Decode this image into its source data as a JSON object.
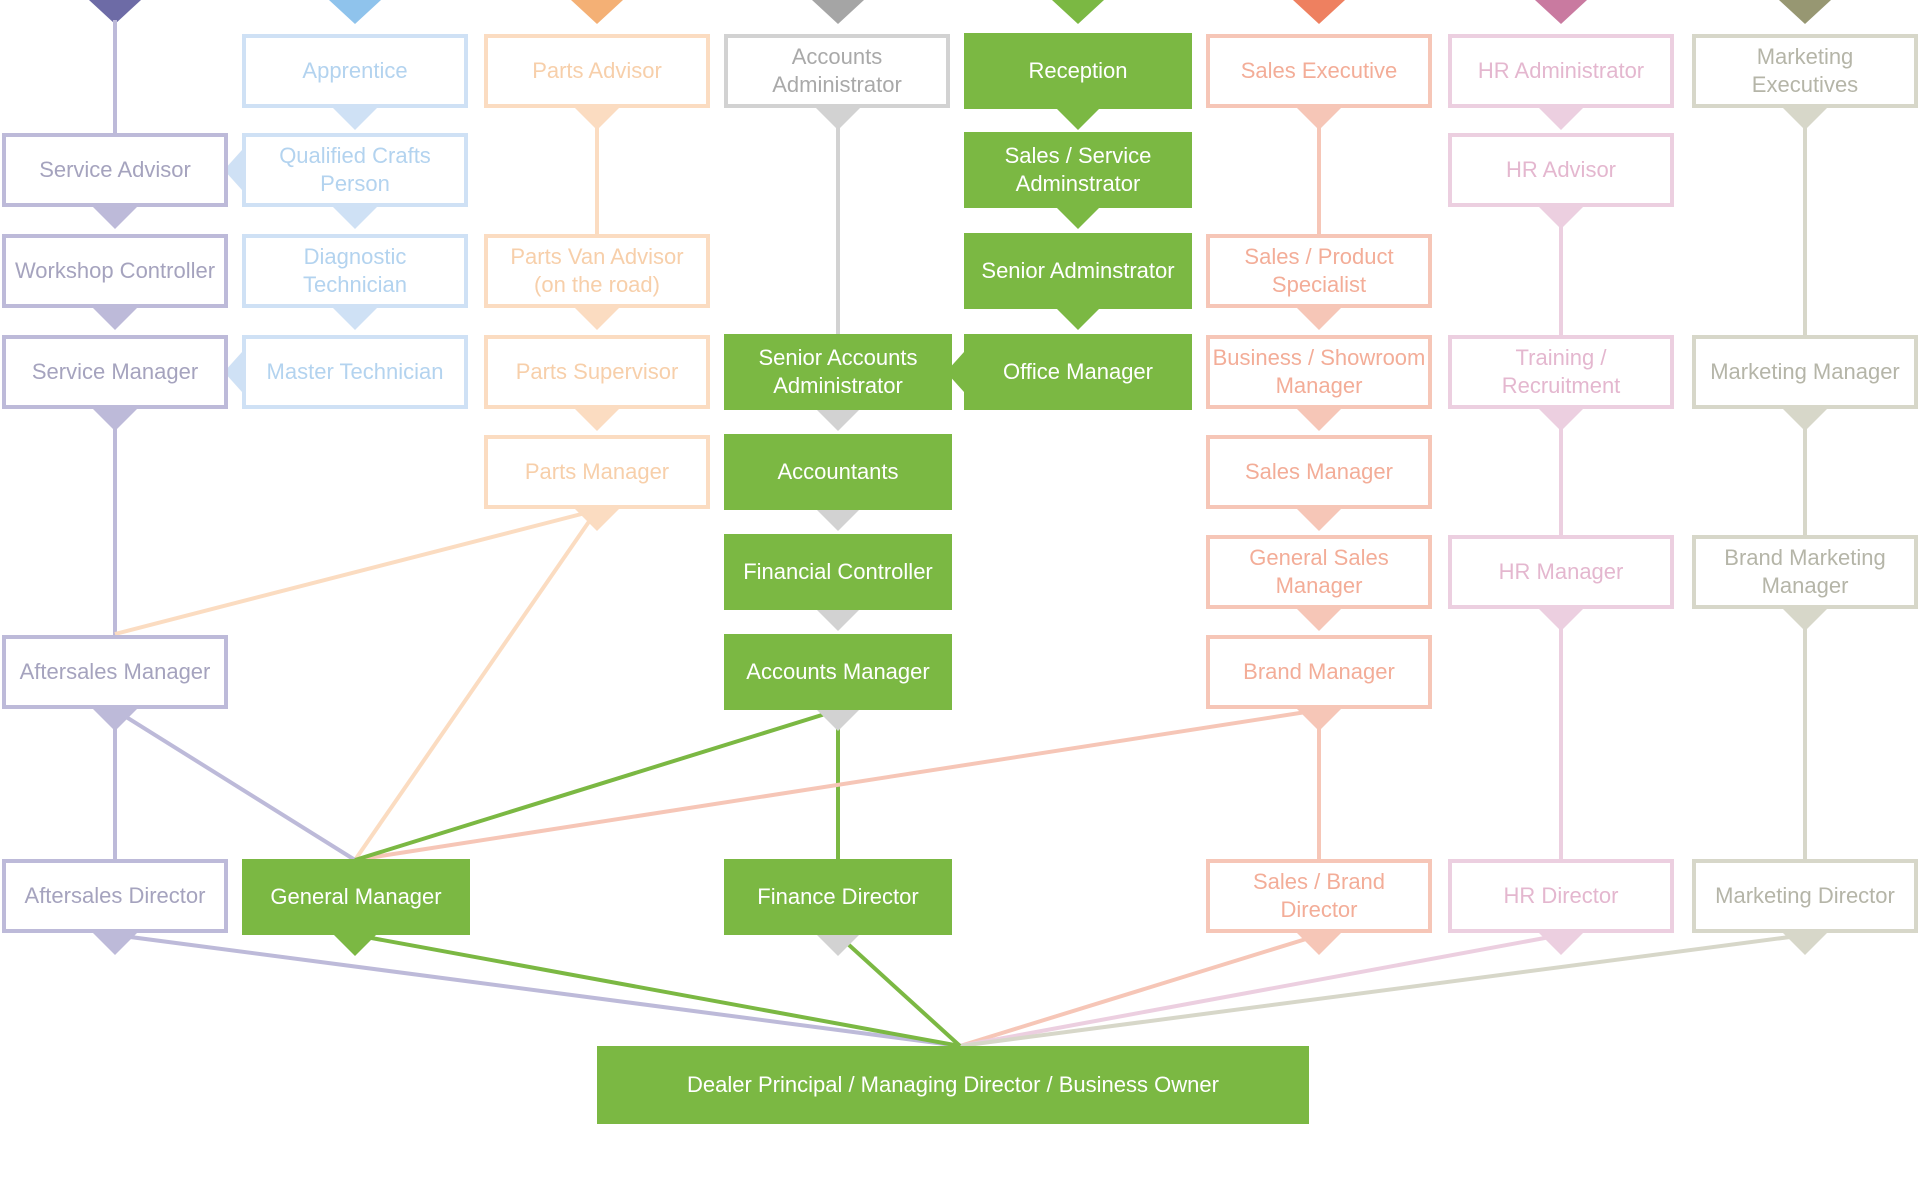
{
  "colors": {
    "highlight": "#7bb843",
    "service": "#bdbad9",
    "technician": "#cfe1f5",
    "parts": "#fbdcc1",
    "accounts": "#d2d2d2",
    "sales": "#f6c6b7",
    "hr": "#eccfe0",
    "marketing": "#d7d7c9",
    "service_text": "#a5a3be",
    "technician_text": "#b3d3ef",
    "parts_text": "#f7cfaa",
    "accounts_text": "#a9a9a9",
    "sales_text": "#f3ad98",
    "hr_text": "#e4b7cf",
    "marketing_text": "#b5b5a8",
    "top_arrows": [
      "#6d6ba6",
      "#8fc3ec",
      "#f4b075",
      "#a5a5a5",
      "#7bb843",
      "#ee8060",
      "#c97aa0",
      "#979772"
    ]
  },
  "nodes": {
    "service_advisor": "Service Advisor",
    "workshop_controller": "Workshop Controller",
    "service_manager": "Service Manager",
    "aftersales_manager": "Aftersales Manager",
    "aftersales_director": "Aftersales Director",
    "apprentice": "Apprentice",
    "qualified_crafts_person": "Qualified Crafts Person",
    "diagnostic_technician": "Diagnostic Technician",
    "master_technician": "Master Technician",
    "general_manager": "General Manager",
    "parts_advisor": "Parts Advisor",
    "parts_van_advisor": "Parts Van Advisor (on the road)",
    "parts_supervisor": "Parts Supervisor",
    "parts_manager": "Parts Manager",
    "accounts_administrator": "Accounts Administrator",
    "senior_accounts_administrator": "Senior Accounts Administrator",
    "accountants": "Accountants",
    "financial_controller": "Financial Controller",
    "accounts_manager": "Accounts Manager",
    "finance_director": "Finance Director",
    "reception": "Reception",
    "sales_service_administrator": "Sales / Service Adminstrator",
    "senior_administrator": "Senior Adminstrator",
    "office_manager": "Office Manager",
    "sales_executive": "Sales Executive",
    "sales_product_specialist": "Sales / Product Specialist",
    "business_showroom_manager": "Business / Showroom Manager",
    "sales_manager": "Sales Manager",
    "general_sales_manager": "General Sales Manager",
    "brand_manager": "Brand Manager",
    "sales_brand_director": "Sales / Brand Director",
    "hr_administrator": "HR Administrator",
    "hr_advisor": "HR Advisor",
    "training_recruitment": "Training / Recruitment",
    "hr_manager": "HR Manager",
    "hr_director": "HR Director",
    "marketing_executives": "Marketing Executives",
    "marketing_manager": "Marketing Manager",
    "brand_marketing_manager": "Brand Marketing Manager",
    "marketing_director": "Marketing Director",
    "dealer_principal": "Dealer Principal / Managing Director / Business Owner"
  }
}
